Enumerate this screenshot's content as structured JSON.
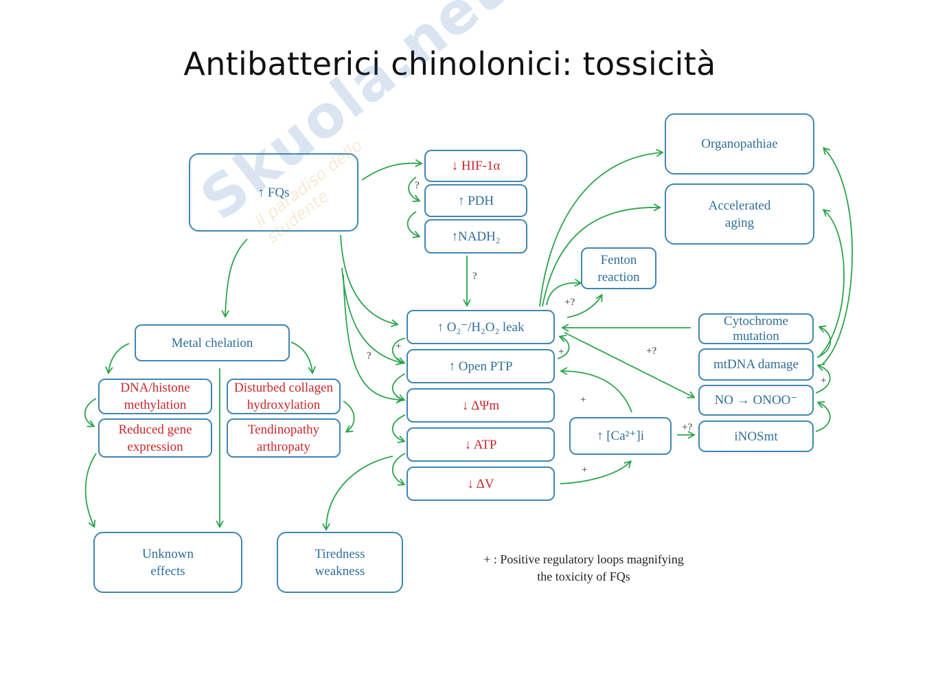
{
  "slide": {
    "title": "Antibatterici chinolonici: tossicità",
    "watermark_main": "Skuola.net",
    "watermark_sub": "il paradiso dello studente"
  },
  "colors": {
    "border": "#3f86b0",
    "text_blue": "#2f6f99",
    "text_red": "#c8262b",
    "arrow_green": "#2aa44a"
  },
  "diagram": {
    "fqs": "↑ FQs",
    "hif": "↓ HIF-1α",
    "pdh": "↑ PDH",
    "nadh": "↑NADH₂",
    "ros_leak": "↑ O₂⁻/H₂O₂ leak",
    "open_ptp": "↑ Open PTP",
    "dpsi": "↓ ΔΨm",
    "atp": "↓ ATP",
    "dv": "↓ ΔV",
    "metal_chelation": "Metal chelation",
    "dna_methylation": "DNA/histone methylation",
    "collagen": "Disturbed collagen hydroxylation",
    "reduced_gene": "Reduced gene expression",
    "tendinopathy": "Tendinopathy arthropaty",
    "unknown": "Unknown effects",
    "tiredness": "Tiredness weakness",
    "organopathiae": "Organopathiae",
    "aging": "Accelerated aging",
    "fenton": "Fenton reaction",
    "cytochrome": "Cytochrome mutation",
    "mtdna": "mtDNA damage",
    "no_onoo": "NO → ONOO⁻",
    "inos": "iNOSmt",
    "calcium": "↑ [Ca²⁺]i",
    "legend": "+ : Positive regulatory loops magnifying the toxicity of FQs"
  },
  "marks": {
    "q1": "?",
    "q2": "?",
    "q3": "?",
    "plus_q1": "+?",
    "plus_q2": "+?",
    "plus_q3": "+?",
    "p1": "+",
    "p2": "+",
    "p3": "+",
    "p4": "+",
    "p5": "+"
  }
}
